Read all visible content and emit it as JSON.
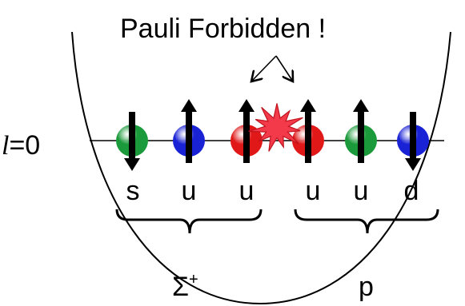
{
  "title": "Pauli Forbidden !",
  "level_label": "=0",
  "level_symbol": "l",
  "quarks": [
    {
      "flavor": "s",
      "color": "#1a9a3a",
      "spin": "down"
    },
    {
      "flavor": "u",
      "color": "#1a22d6",
      "spin": "up"
    },
    {
      "flavor": "u",
      "color": "#e01818",
      "spin": "up"
    },
    {
      "flavor": "u",
      "color": "#e01818",
      "spin": "up"
    },
    {
      "flavor": "u",
      "color": "#1a9a3a",
      "spin": "up"
    },
    {
      "flavor": "d",
      "color": "#1a22d6",
      "spin": "down"
    }
  ],
  "groups": [
    {
      "label": "Σ+",
      "base": "Σ",
      "sup": "+"
    },
    {
      "label": "p",
      "base": "p",
      "sup": ""
    }
  ],
  "colors": {
    "collision": "#f23a4a",
    "collision_edge": "#c0141e",
    "line": "#000000"
  }
}
